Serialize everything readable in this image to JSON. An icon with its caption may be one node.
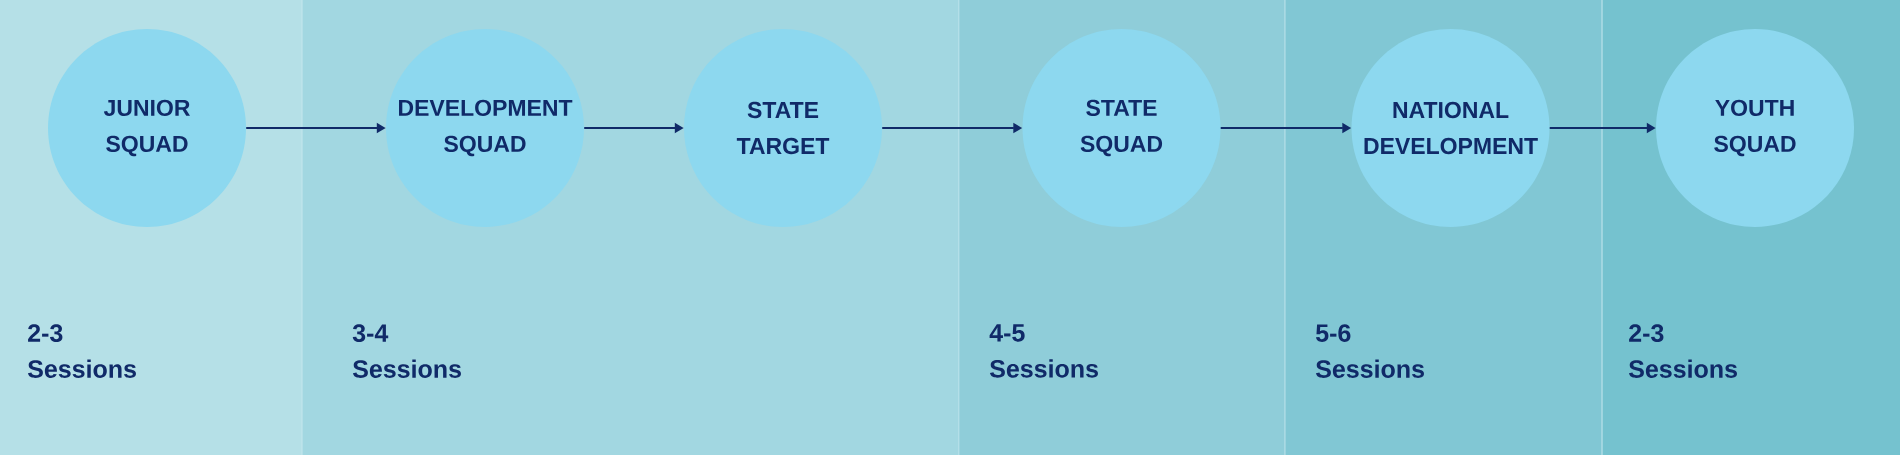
{
  "diagram": {
    "nodes": [
      {
        "text": [
          "2-3 Sessions"
        ]
      },
      {
        "text": [
          "JUNIOR SQUAD"
        ],
        "in": 0
      },
      {
        "text": [
          "3-4 Sessions"
        ]
      },
      {
        "text": [
          "DEVELOPMENT SQUAD"
        ],
        "in": 2
      },
      {
        "text": [
          "STATE TARGET"
        ],
        "in": 2
      },
      {
        "text": [
          "4-5 Sessions"
        ]
      },
      {
        "text": [
          "STATE SQUAD"
        ],
        "in": 5
      },
      {
        "text": [
          "5-6 Sessions"
        ]
      },
      {
        "text": [
          "NATIONAL DEVELOPMENT"
        ],
        "in": 7
      },
      {
        "text": [
          "2-3 Sessions"
        ]
      },
      {
        "text": [
          "YOUTH SQUAD"
        ],
        "in": 9
      }
    ],
    "edges": [
      {
        "from": 1,
        "to": 3,
        "arrow": "to"
      },
      {
        "from": 3,
        "to": 4,
        "arrow": "to"
      },
      {
        "from": 4,
        "to": 6,
        "arrow": "to"
      },
      {
        "from": 6,
        "to": 8,
        "arrow": "to"
      },
      {
        "from": 8,
        "to": 10,
        "arrow": "to"
      }
    ]
  }
}
